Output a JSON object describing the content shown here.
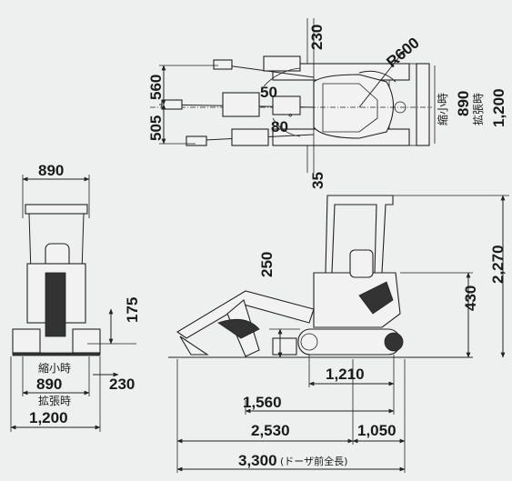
{
  "top_view": {
    "offset_upper": "230",
    "swing_radius": "R600",
    "offset_560": "560",
    "offset_505": "505",
    "angle_50": "50",
    "angle_80": "80",
    "degree": "°",
    "offset_lower": "35",
    "retracted_label": "縮小時",
    "retracted_width": "890",
    "extended_label": "拡張時",
    "extended_width": "1,200"
  },
  "front_view": {
    "canopy_width": "890",
    "ground_clearance": "175",
    "retracted_label": "縮小時",
    "retracted_width": "890",
    "track_width": "230",
    "extended_label": "拡張時",
    "extended_width": "1,200"
  },
  "side_view": {
    "blade_height": "250",
    "rear_height": "430",
    "total_height": "2,270",
    "crawler_length": "1,210",
    "len_1560": "1,560",
    "len_2530": "2,530",
    "len_1050": "1,050",
    "overall_length": "3,300",
    "overall_label": "(ドーザ前全長)"
  }
}
